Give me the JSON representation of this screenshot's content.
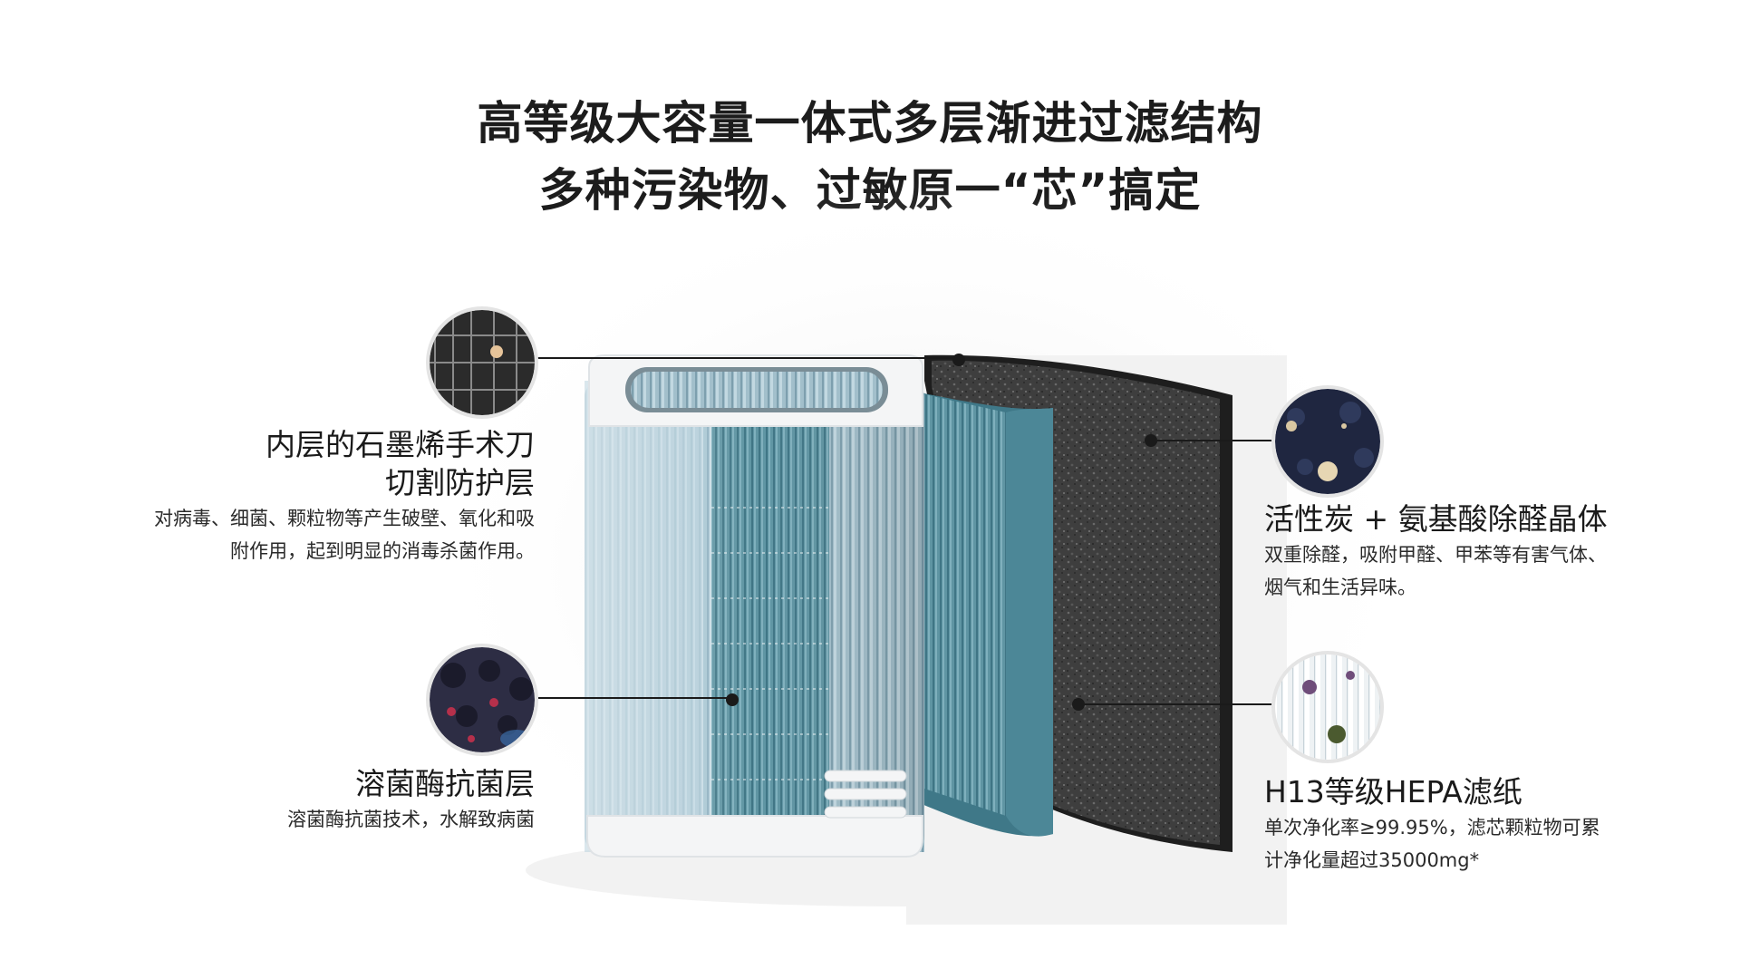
{
  "title": {
    "line1": "高等级大容量一体式多层渐进过滤结构",
    "line2": "多种污染物、过敏原一“芯”搞定"
  },
  "layers": [
    {
      "id": "graphene",
      "heading_line1": "内层的石墨烯手术刀",
      "heading_line2": "切割防护层",
      "desc_line1": "对病毒、细菌、颗粒物等产生破壁、氧化和吸",
      "desc_line2": "附作用，起到明显的消毒杀菌作用。"
    },
    {
      "id": "enzyme",
      "heading_line1": "溶菌酶抗菌层",
      "desc_line1": "溶菌酶抗菌技术，水解致病菌"
    },
    {
      "id": "carbon",
      "heading_line1": "活性炭 + 氨基酸除醛晶体",
      "desc_line1": "双重除醛，吸附甲醛、甲苯等有害气体、",
      "desc_line2": "烟气和生活异味。"
    },
    {
      "id": "hepa",
      "heading_line1": "H13等级HEPA滤纸",
      "desc_line1": "单次净化率≥99.95%，滤芯颗粒物可累",
      "desc_line2": "计净化量超过35000mg*"
    }
  ],
  "colors": {
    "cylinder_blue": "#a9c8d6",
    "teal_pleat": "#4f8a99",
    "carbon_dark": "#3f3f3f",
    "frame_white": "#f6f7f8",
    "leader_line": "#1a1a1a"
  }
}
